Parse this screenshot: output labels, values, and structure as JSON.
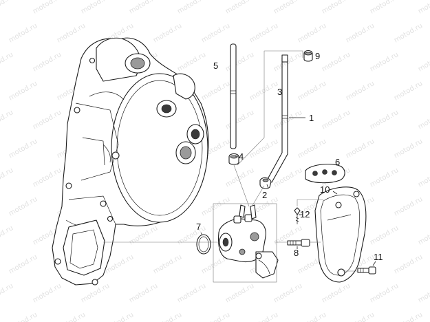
{
  "watermark": "motod.ru",
  "callouts": [
    {
      "id": "1",
      "label": "1"
    },
    {
      "id": "2",
      "label": "2"
    },
    {
      "id": "3",
      "label": "3"
    },
    {
      "id": "4",
      "label": "4"
    },
    {
      "id": "5",
      "label": "5"
    },
    {
      "id": "6",
      "label": "6"
    },
    {
      "id": "7",
      "label": "7"
    },
    {
      "id": "8",
      "label": "8"
    },
    {
      "id": "9",
      "label": "9"
    },
    {
      "id": "10",
      "label": "10"
    },
    {
      "id": "11",
      "label": "11"
    },
    {
      "id": "12",
      "label": "12"
    }
  ]
}
